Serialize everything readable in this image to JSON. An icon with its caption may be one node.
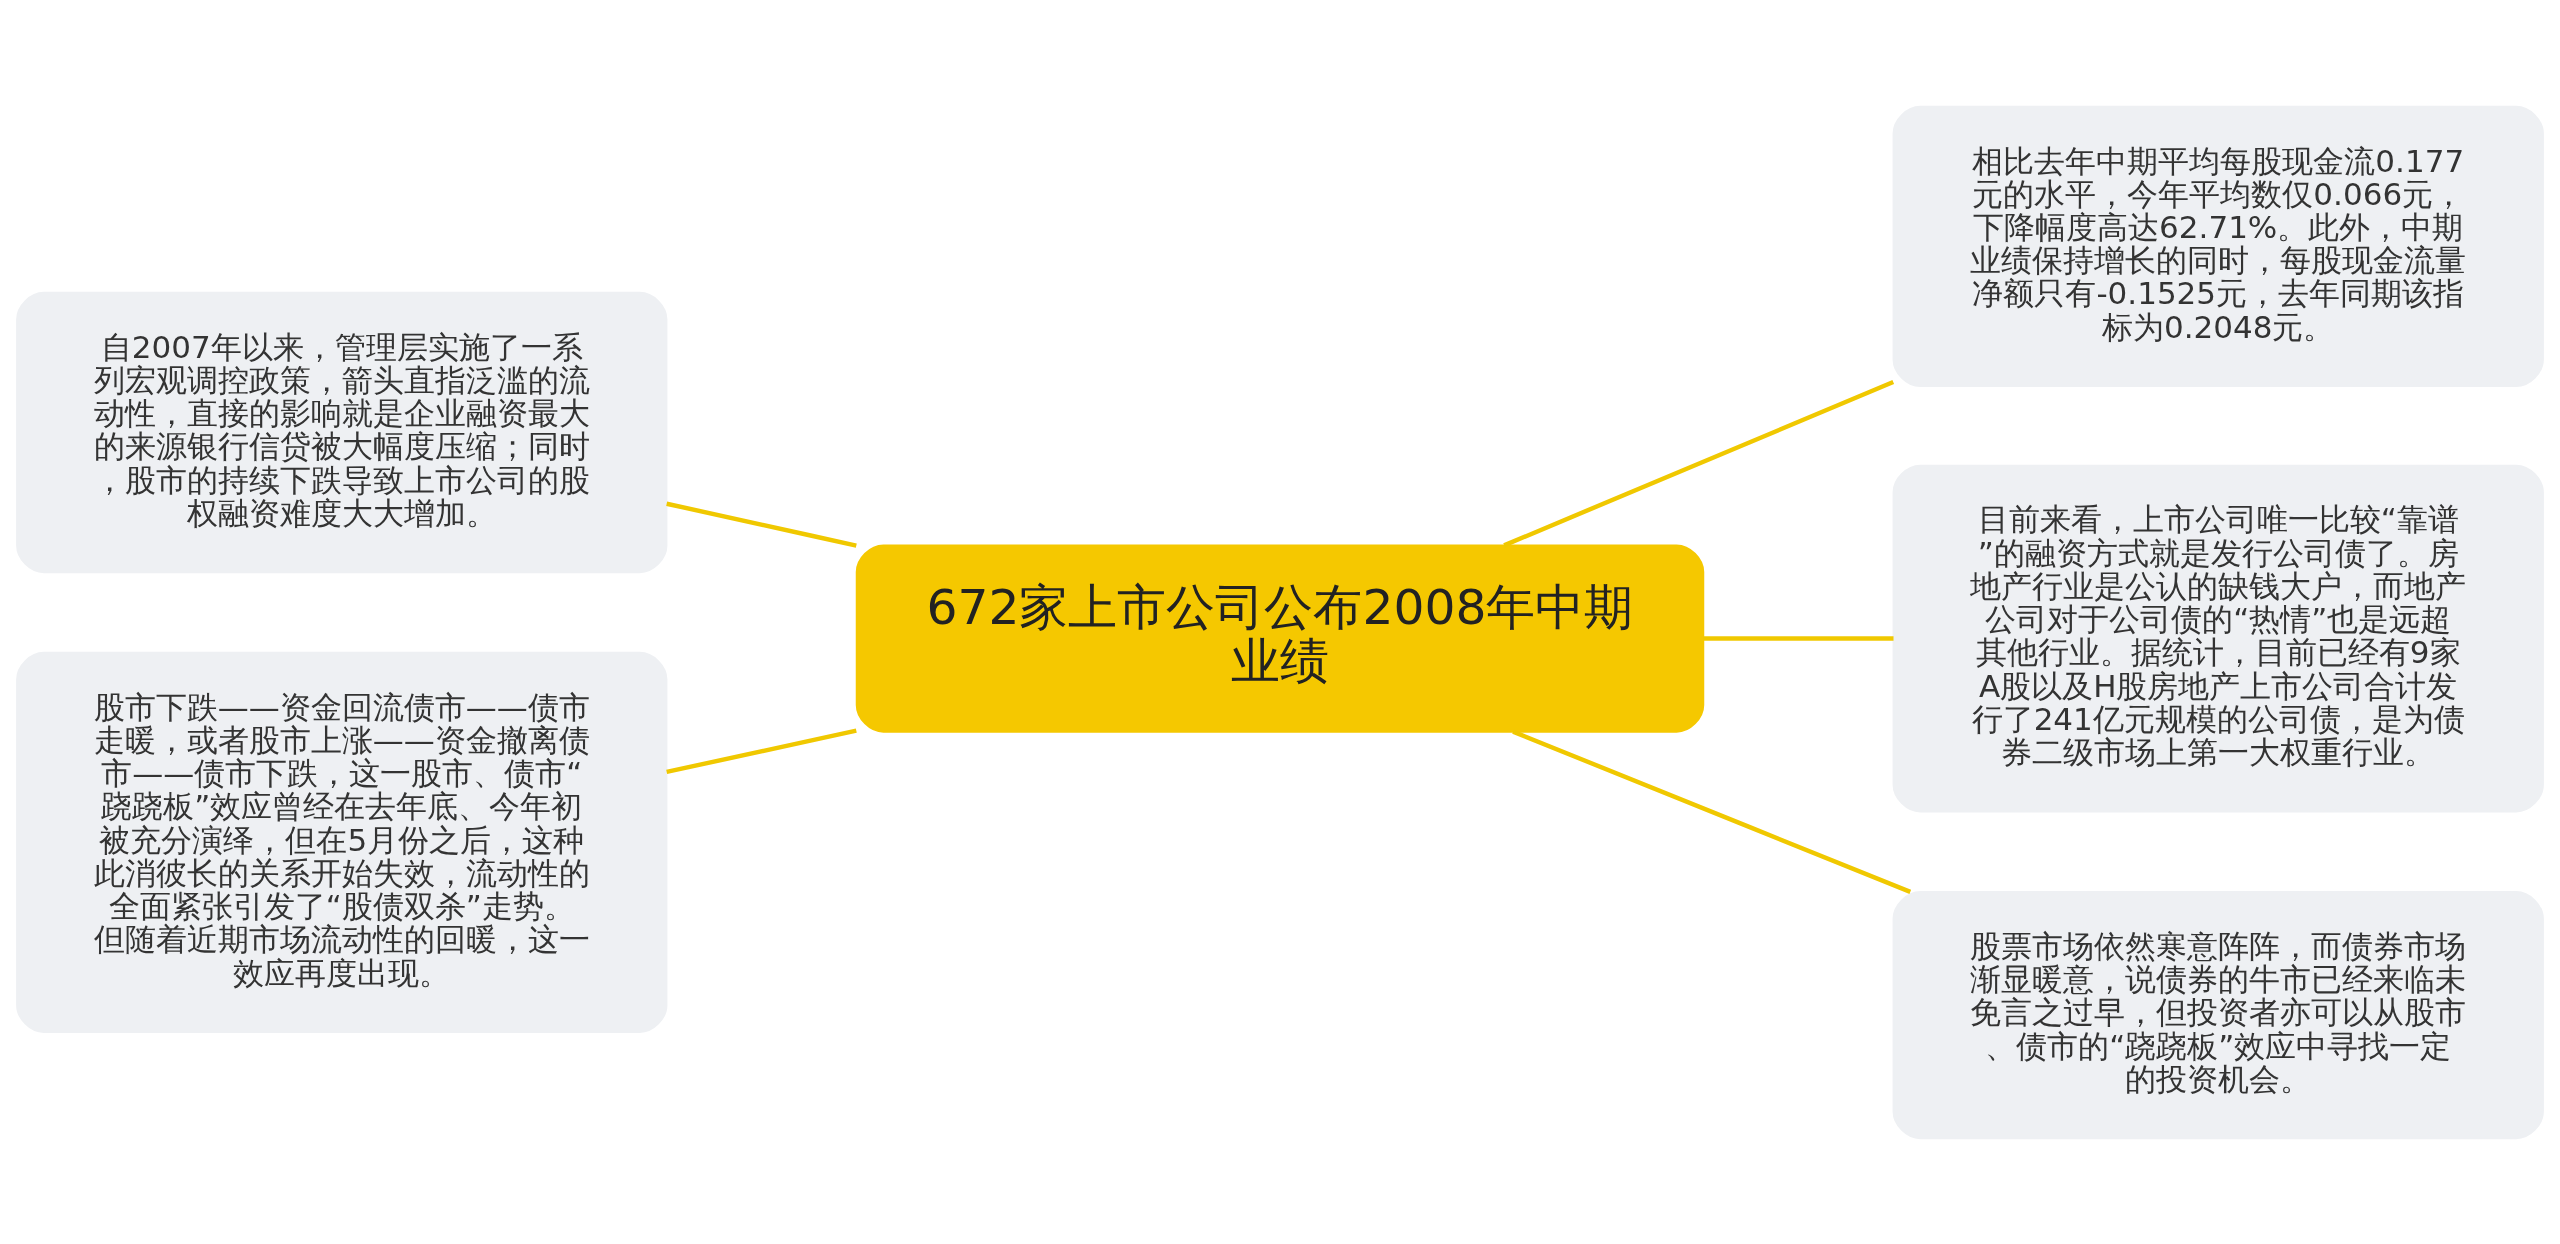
{
  "diagram": {
    "nodes": [
      {
        "text": [
          "672家上市公司公布2008年中期业绩"
        ]
      },
      {
        "text": [
          "自2007年以来，管理层实施了一系列宏观调控政策，箭头直指泛滥的流动性，直接的影响就是企业融资最大的来源银行信贷被大幅度压缩；同时，股市的持续下跌导致上市公司的股权融资难度大大增加。"
        ]
      },
      {
        "text": [
          "股市下跌——资金回流债市——债市走暖，或者股市上涨——资金撤离债市——债市下跌，这一股市、债市“跷跷板”效应曾经在去年底、今年初被充分演绎，但在5月份之后，这种此消彼长的关系开始失效，流动性的全面紧张引发了“股债双杀”走势。但随着近期市场流动性的回暖，这一效应再度出现。"
        ]
      },
      {
        "text": [
          "相比去年中期平均每股现金流0.177元的水平，今年平均数仅0.066元，下降幅度高达62.71%。此外，中期业绩保持增长的同时，每股现金流量净额只有-0.1525元，去年同期该指标为0.2048元。"
        ]
      },
      {
        "text": [
          "目前来看，上市公司唯一比较“靠谱”的融资方式就是发行公司债了。房地产行业是公认的缺钱大户，而地产公司对于公司债的“热情”也是远超其他行业。据统计，目前已经有9家A股以及H股房地产上市公司合计发行了241亿元规模的公司债，是为债券二级市场上第一大权重行业。"
        ]
      },
      {
        "text": [
          "股票市场依然寒意阵阵，而债券市场渐显暖意，说债券的牛市已经来临未免言之过早，但投资者亦可以从股市、债市的“跷跷板”效应中寻找一定的投资机会。"
        ]
      }
    ],
    "edges": [
      {
        "from": 0,
        "to": 1,
        "arrow": "none"
      },
      {
        "from": 0,
        "to": 2,
        "arrow": "none"
      },
      {
        "from": 0,
        "to": 3,
        "arrow": "none"
      },
      {
        "from": 0,
        "to": 4,
        "arrow": "none"
      },
      {
        "from": 0,
        "to": 5,
        "arrow": "none"
      }
    ]
  }
}
